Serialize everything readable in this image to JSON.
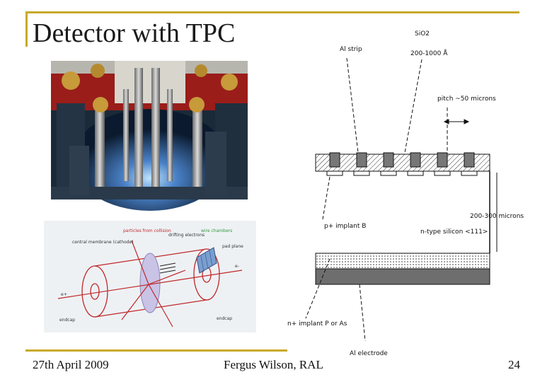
{
  "slide": {
    "title": "Detector with TPC",
    "footer": {
      "date": "27th April 2009",
      "author": "Fergus Wilson, RAL",
      "page": "24"
    },
    "accent_color": "#c8aa2a"
  },
  "tpc_diagram": {
    "particles_label": "particles from collision",
    "electrons_label": "drifting electrons",
    "wire_label": "wire chambers",
    "membrane_label": "central membrane (cathode)",
    "pad_label": "pad plane",
    "endcap_left": "endcap",
    "endcap_right": "endcap",
    "eplus": "e+",
    "eminus": "e-"
  },
  "cross_section": {
    "strip_label": "Al strip",
    "sio2_label": "SiO2",
    "sio2_thickness": "200-1000 Å",
    "pitch_label": "pitch ~50 microns",
    "implant_label": "p+ implant B",
    "ntype_label": "n-type silicon <111>",
    "thickness_label": "200-300 microns",
    "nimplant_label": "n+ implant P or As",
    "al_bottom_label": "Al electrode"
  }
}
